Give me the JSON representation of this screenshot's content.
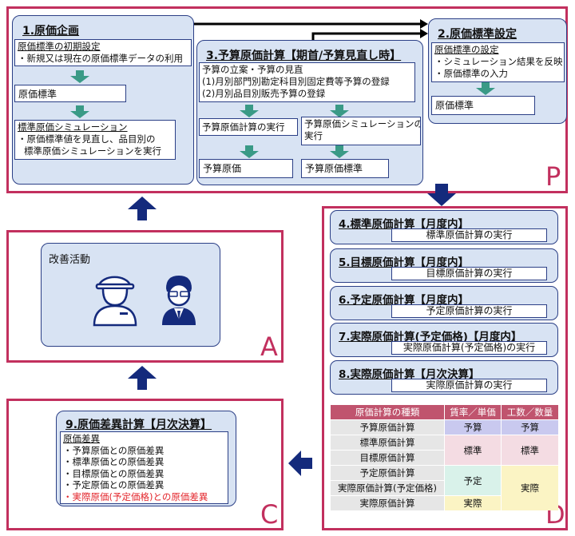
{
  "frames": {
    "p": "P",
    "a": "A",
    "c": "C",
    "d": "D"
  },
  "plan": {
    "title": "1.原価企画",
    "box1": {
      "heading": "原価標準の初期設定",
      "line1": "・新規又は現在の原価標準データの利用"
    },
    "doc": "原価標準",
    "box2": {
      "heading": "標準原価シミュレーション",
      "line1": "・原価標準値を見直し、品目別の",
      "line2": "標準原価シミュレーションを実行"
    }
  },
  "budget": {
    "title": "3.予算原価計算【期首/予算見直し時】",
    "box": {
      "line1": "予算の立案・予算の見直",
      "line2": "(1)月別部門別勘定科目別固定費等予算の登録",
      "line3": "(2)月別品目別販売予算の登録"
    },
    "exec_left": "予算原価計算の実行",
    "exec_right_line1": "予算原価シミュレーションの",
    "exec_right_line2": "実行",
    "doc_left": "予算原価",
    "doc_right": "予算原価標準"
  },
  "standard_setting": {
    "title": "2.原価標準設定",
    "box": {
      "heading": "原価標準の設定",
      "line1": "・シミュレーション結果を反映",
      "line2": "・原価標準の入力"
    },
    "doc": "原価標準"
  },
  "kaizen": {
    "label": "改善活動",
    "icons": [
      "worker-icon",
      "businessman-icon"
    ]
  },
  "variance": {
    "title": "9.原価差異計算【月次決算】",
    "heading": "原価差異",
    "items": [
      "・予算原価との原価差異",
      "・標準原価との原価差異",
      "・目標原価との原価差異",
      "・予定原価との原価差異"
    ],
    "highlight": "・実際原価(予定価格)との原価差異"
  },
  "calcs": [
    {
      "title": "4.標準原価計算【月度内】",
      "action": "標準原価計算の実行"
    },
    {
      "title": "5.目標原価計算【月度内】",
      "action": "目標原価計算の実行"
    },
    {
      "title": "6.予定原価計算【月度内】",
      "action": "予定原価計算の実行"
    },
    {
      "title": "7.実際原価計算(予定価格)【月度内】",
      "action": "実際原価計算(予定価格)の実行"
    },
    {
      "title": "8.実際原価計算【月次決算】",
      "action": "実際原価計算の実行"
    }
  ],
  "matrix": {
    "headers": [
      "原価計算の種類",
      "賃率／単価",
      "工数／数量"
    ],
    "rows": [
      "予算原価計算",
      "標準原価計算",
      "目標原価計算",
      "予定原価計算",
      "実際原価計算(予定価格)",
      "実際原価計算"
    ],
    "cells": {
      "yosan_rate": "予算",
      "yosan_qty": "予算",
      "hyojun_rate": "標準",
      "hyojun_qty": "標準",
      "yotei_rate": "予定",
      "jissai_qty": "実際",
      "jissai_rate": "実際"
    }
  },
  "colors": {
    "frame": "#c2305e",
    "panel": "#d8e3f3",
    "panel_border": "#2b3f86",
    "green_arrow": "#3a9a86",
    "navy_arrow": "#142a7c",
    "highlight_text": "#e3262c"
  }
}
